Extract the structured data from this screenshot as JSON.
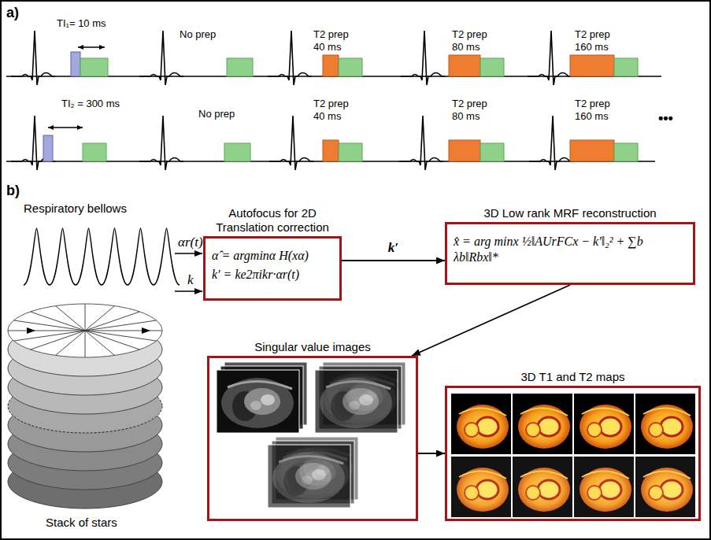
{
  "diagram": {
    "nodes": [
      {
        "text": [
          "Autofocus for 2D Translation correction",
          "α̂ = argminα H(xα)",
          "k′ = ke2πikr·αr(t)"
        ]
      },
      {
        "text": [
          "3D Low rank MRF reconstruction",
          "x̂ = arg minx ½‖AUrFCx − k′‖₂² + ∑b λb‖Rbx‖*"
        ]
      },
      {
        "text": [
          "Singular value images"
        ]
      },
      {
        "text": [
          "3D T1 and T2 maps"
        ]
      }
    ],
    "edges": [
      {
        "from": 0,
        "to": 1,
        "arrow": "to",
        "label": "k′"
      },
      {
        "from": 1,
        "to": 2,
        "arrow": "to"
      },
      {
        "from": 2,
        "to": 3,
        "arrow": "to"
      }
    ],
    "labels": [
      "a)",
      "TI₁= 10 ms",
      "No prep",
      "T2 prep 40 ms",
      "T2 prep 80 ms",
      "T2 prep 160 ms",
      "TI₂ = 300 ms",
      "No prep",
      "T2 prep 40 ms",
      "T2 prep 80 ms",
      "T2 prep 160 ms",
      "•••",
      "b)",
      "Respiratory bellows",
      "αr(t)",
      "k",
      "Stack of stars"
    ]
  }
}
